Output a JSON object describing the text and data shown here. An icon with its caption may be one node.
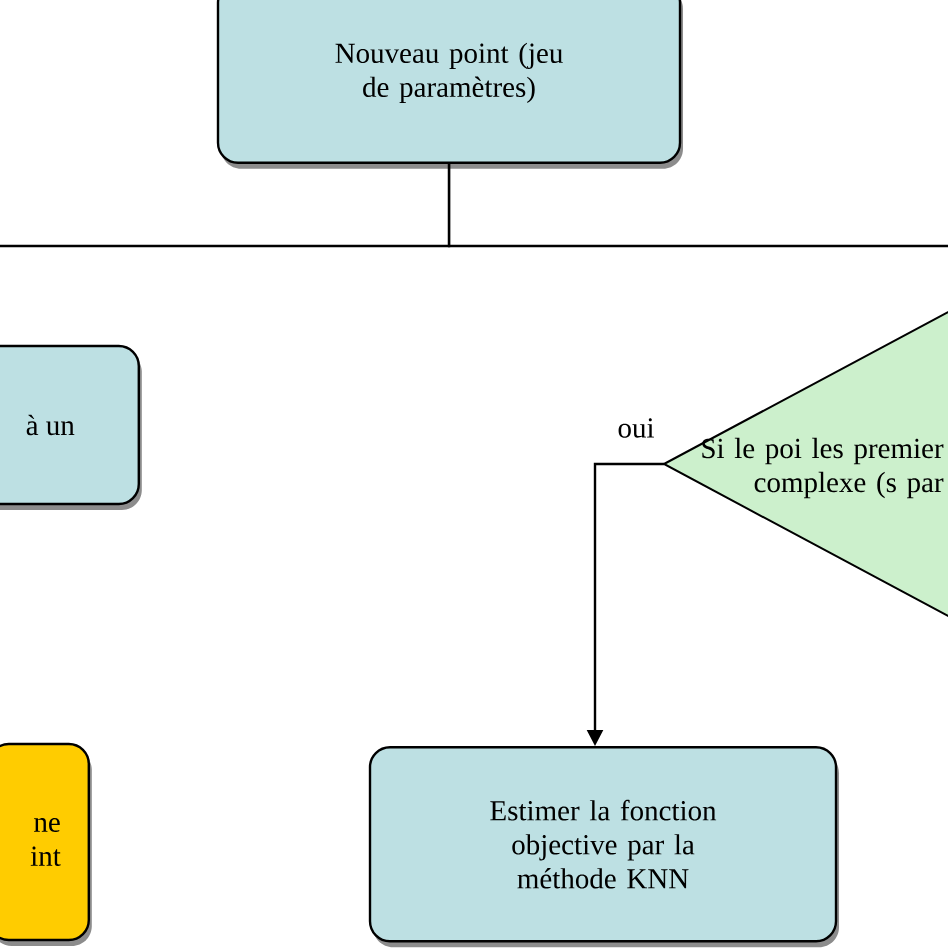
{
  "diagram": {
    "nodes": [
      {
        "text": [
          "Nouveau point (jeu de paramètres)"
        ]
      },
      {
        "text": [
          "à un"
        ]
      },
      {
        "text": [
          "Si le poi les premier complexe (s par"
        ]
      },
      {
        "text": [
          "ne int"
        ]
      },
      {
        "text": [
          "Estimer la fonction objective par la méthode KNN"
        ]
      }
    ],
    "edges": [
      {
        "from": 0,
        "to": null,
        "arrow": "none"
      },
      {
        "from": 0,
        "to": null,
        "arrow": "none"
      },
      {
        "from": 2,
        "to": 4,
        "arrow": "to",
        "label": "oui"
      }
    ]
  }
}
